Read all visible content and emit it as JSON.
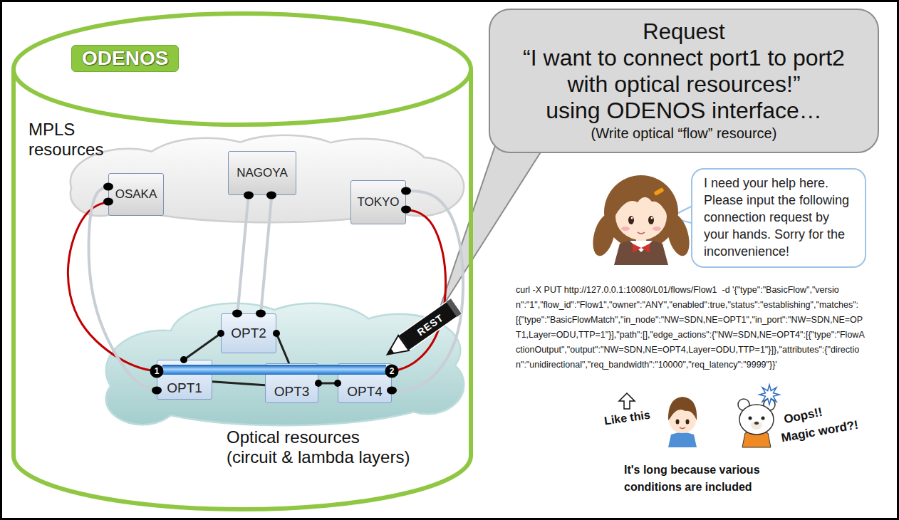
{
  "diagram": {
    "nodes": [
      {
        "text": [
          "ODENOS"
        ]
      },
      {
        "text": [
          "MPLS resources"
        ],
        "in": 0
      },
      {
        "text": [
          "OSAKA"
        ],
        "in": 1
      },
      {
        "text": [
          "NAGOYA"
        ],
        "in": 1
      },
      {
        "text": [
          "TOKYO"
        ],
        "in": 1
      },
      {
        "text": [
          "Optical resources (circuit & lambda layers)"
        ],
        "in": 0
      },
      {
        "text": [
          "OPT1"
        ],
        "in": 5
      },
      {
        "text": [
          "OPT2"
        ],
        "in": 5
      },
      {
        "text": [
          "OPT3"
        ],
        "in": 5
      },
      {
        "text": [
          "OPT4"
        ],
        "in": 5
      },
      {
        "text": [
          "Request",
          "“I want to connect port1 to port2 with optical resources!”",
          "using ODENOS interface…",
          "(Write optical “flow” resource)"
        ]
      },
      {
        "text": [
          "I need your help here. Please input the following connection request by your hands. Sorry for the inconvenience!"
        ]
      }
    ],
    "edges": [
      {
        "from": 2,
        "to": 6,
        "arrow": "none"
      },
      {
        "from": 2,
        "to": 6,
        "arrow": "none"
      },
      {
        "from": 3,
        "to": 7,
        "arrow": "none"
      },
      {
        "from": 3,
        "to": 7,
        "arrow": "none"
      },
      {
        "from": 4,
        "to": 9,
        "arrow": "none"
      },
      {
        "from": 4,
        "to": 9,
        "arrow": "none"
      },
      {
        "from": 6,
        "to": 7,
        "arrow": "none"
      },
      {
        "from": 7,
        "to": 8,
        "arrow": "none"
      },
      {
        "from": 6,
        "to": 8,
        "arrow": "none"
      },
      {
        "from": 8,
        "to": 9,
        "arrow": "none"
      },
      {
        "from": 6,
        "to": 9,
        "arrow": "none"
      }
    ],
    "labels": [
      "1",
      "2",
      "REST",
      "curl -X PUT http://127.0.0.1:10080/L01/flows/Flow1  -d '{\"type\":\"BasicFlow\",\"version\":\"1\",\"flow_id\":\"Flow1\",\"owner\":\"ANY\",\"enabled\":true,\"status\":\"establishing\",\"matches\":[{\"type\":\"BasicFlowMatch\",\"in_node\":\"NW=SDN,NE=OPT1\",\"in_port\":\"NW=SDN,NE=OPT1,Layer=ODU,TTP=1\"}],\"path\":[],\"edge_actions\":{\"NW=SDN,NE=OPT4\":[{\"type\":\"FlowActionOutput\",\"output\":\"NW=SDN,NE=OPT4,Layer=ODU,TTP=1\"}]},\"attributes\":{\"direction\":\"unidirectional\",\"req_bandwidth\":\"10000\",\"req_latency\":\"9999\"}}'",
      "Like this",
      "Oops!!",
      "Magic word?!",
      "It's long because various conditions are included"
    ]
  }
}
